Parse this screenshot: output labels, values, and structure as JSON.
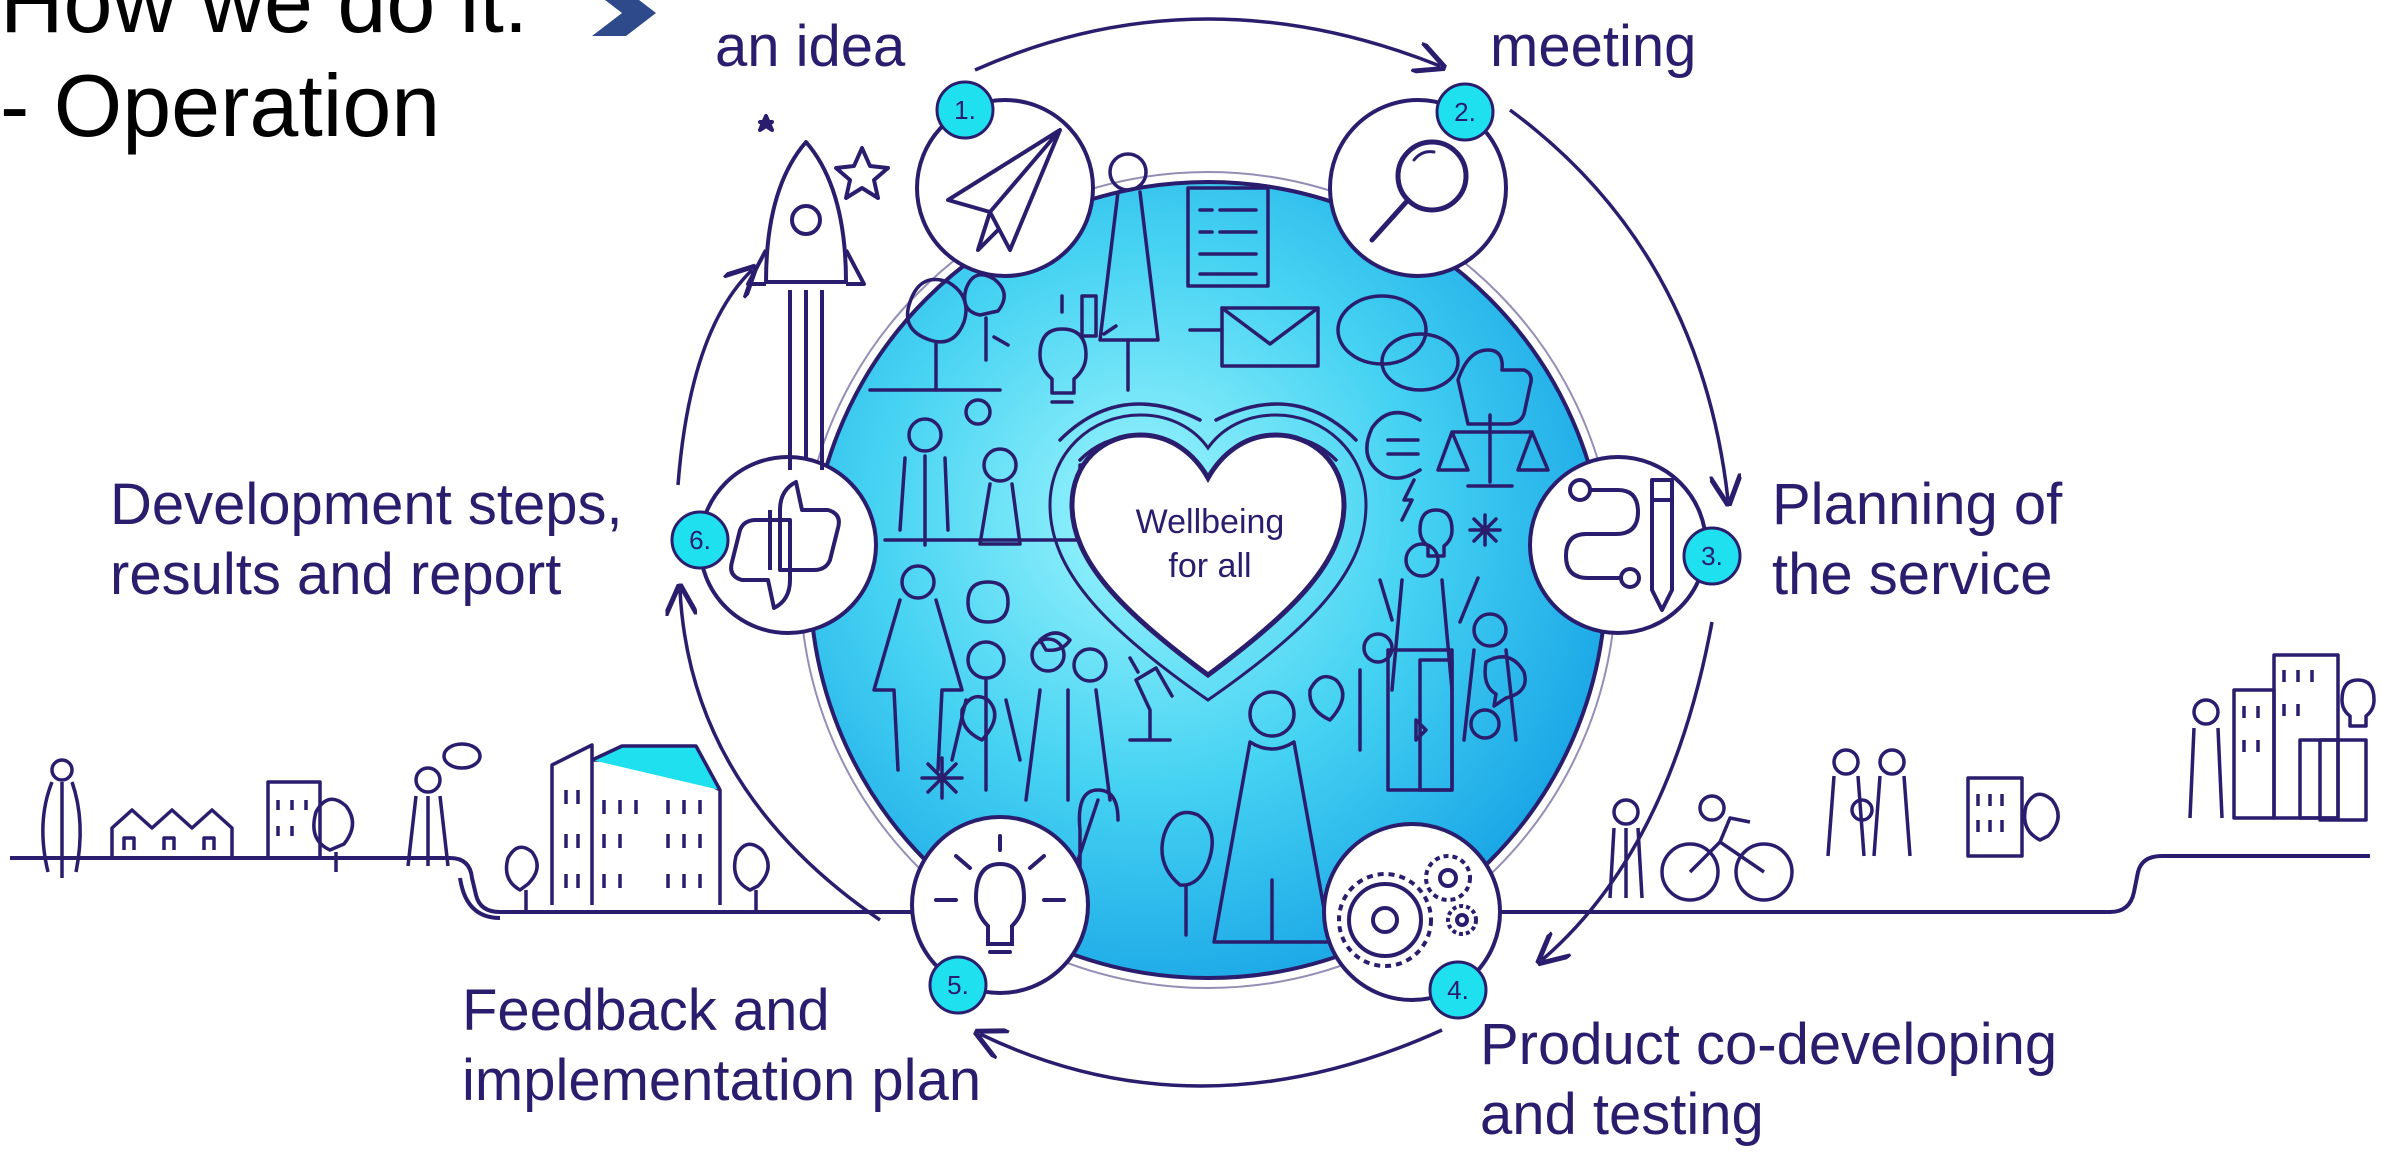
{
  "title": {
    "line1": "How we do it:",
    "line2": "- Operation"
  },
  "diagram": {
    "center_label_line1": "Wellbeing",
    "center_label_line2": "for all",
    "steps": [
      {
        "number": "1.",
        "label_line1": "an idea",
        "label_line2": "",
        "icon": "paper-plane-icon"
      },
      {
        "number": "2.",
        "label_line1": "meeting",
        "label_line2": "",
        "icon": "magnifier-icon"
      },
      {
        "number": "3.",
        "label_line1": "Planning of",
        "label_line2": "the service",
        "icon": "flow-pencil-icon"
      },
      {
        "number": "4.",
        "label_line1": "Product co-developing",
        "label_line2": "and testing",
        "icon": "gears-icon"
      },
      {
        "number": "5.",
        "label_line1": "Feedback and",
        "label_line2": "implementation plan",
        "icon": "lightbulb-icon"
      },
      {
        "number": "6.",
        "label_line1": "Development steps,",
        "label_line2": "results and report",
        "icon": "thumbs-icon"
      }
    ]
  },
  "colors": {
    "ink": "#2a1d6e",
    "badge": "#1ee0ee",
    "circle_light": "#7ef0fb",
    "circle_dark": "#1aa6e6",
    "title_chevron": "#2f4a8a"
  }
}
